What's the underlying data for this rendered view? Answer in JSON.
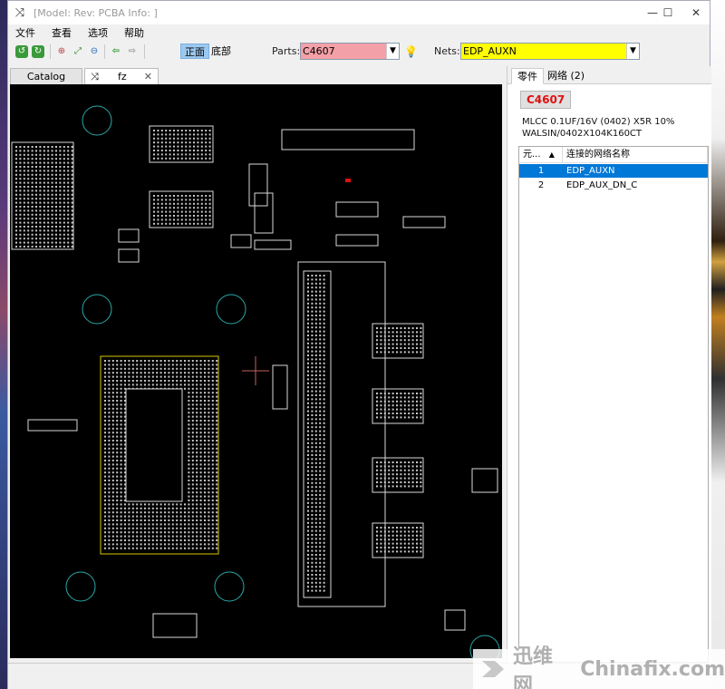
{
  "window": {
    "title": "[Model: Rev:  PCBA Info: ]",
    "controls": [
      "—",
      "☐",
      "✕"
    ]
  },
  "menu": [
    "文件",
    "查看",
    "选项",
    "帮助"
  ],
  "toolbar": {
    "side_front": "正面",
    "side_bottom": "底部",
    "parts_label": "Parts:",
    "parts_value": "C4607",
    "nets_label": "Nets:",
    "nets_value": "EDP_AUXN"
  },
  "tabs": {
    "catalog": "Catalog",
    "fz": "fz"
  },
  "right_panel": {
    "tab_part": "零件",
    "tab_net": "网络 (2)",
    "part_name": "C4607",
    "desc_line1": "MLCC 0.1UF/16V (0402) X5R 10%",
    "desc_line2": "WALSIN/0402X104K160CT",
    "table": {
      "col_index": "元...",
      "col_name": "连接的网络名称",
      "rows": [
        {
          "idx": "1",
          "name": "EDP_AUXN"
        },
        {
          "idx": "2",
          "name": "EDP_AUX_DN_C"
        }
      ]
    }
  },
  "watermark": {
    "cn": "迅维网",
    "en": "Chinafix.com"
  },
  "colors": {
    "selected_row": "#0078d7",
    "parts_bg": "#f4a0a8",
    "nets_bg": "#ffff00",
    "cpu_outline": "#d8c800",
    "highlight_red": "#e01010"
  }
}
